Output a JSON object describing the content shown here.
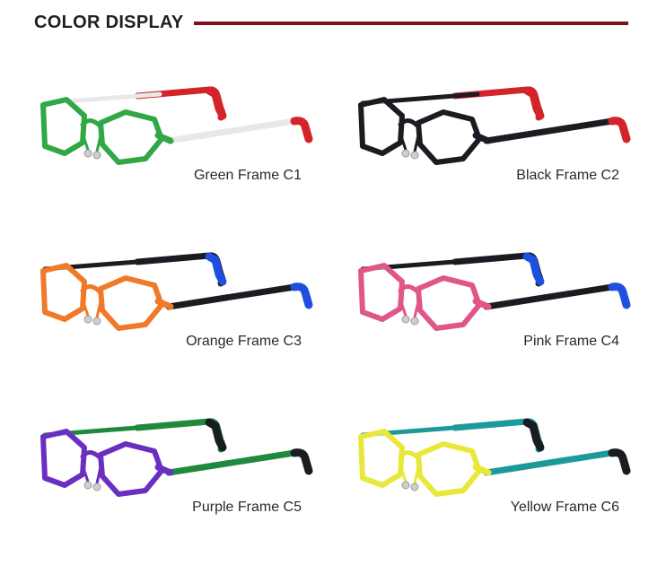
{
  "header": {
    "title": "COLOR DISPLAY",
    "accent_color": "#7e1113"
  },
  "products": [
    {
      "caption": "Green Frame C1",
      "frame_color": "#2fa845",
      "front_temple_color": "#e8e8e8",
      "rear_temple_color": "#d3232b",
      "tip_color": "#d3232b"
    },
    {
      "caption": "Black Frame C2",
      "frame_color": "#1b1b22",
      "front_temple_color": "#1b1b22",
      "rear_temple_color": "#d3232b",
      "tip_color": "#d3232b"
    },
    {
      "caption": "Orange Frame C3",
      "frame_color": "#f07a2a",
      "front_temple_color": "#1b1b22",
      "rear_temple_color": "#1b1b22",
      "tip_color": "#1f4fe0"
    },
    {
      "caption": "Pink Frame C4",
      "frame_color": "#e0568a",
      "front_temple_color": "#1b1b22",
      "rear_temple_color": "#1b1b22",
      "tip_color": "#1f4fe0"
    },
    {
      "caption": "Purple Frame C5",
      "frame_color": "#6a2fc0",
      "front_temple_color": "#1f8a3e",
      "rear_temple_color": "#1f8a3e",
      "tip_color": "#1b1b22"
    },
    {
      "caption": "Yellow Frame C6",
      "frame_color": "#e9e83a",
      "front_temple_color": "#1a9a98",
      "rear_temple_color": "#1a9a98",
      "tip_color": "#1b1b22"
    }
  ]
}
